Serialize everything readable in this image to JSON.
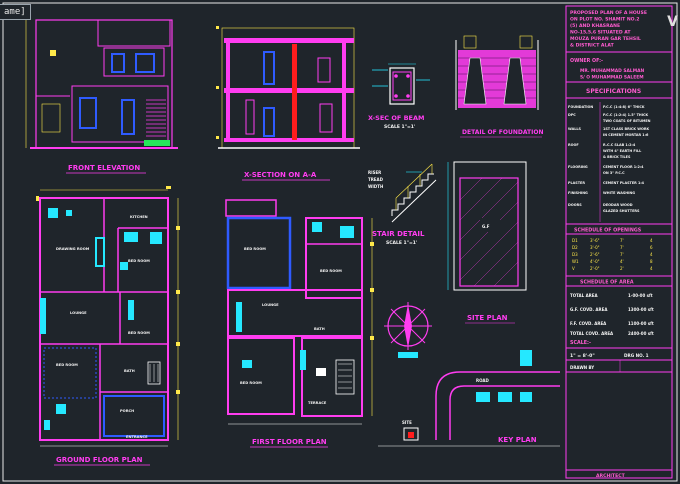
{
  "window": {
    "frame_tab": "ame]",
    "corner_logo": "V"
  },
  "titles": {
    "front_elevation": "FRONT ELEVATION",
    "section_aa": "X-SECTION ON A-A",
    "section_beam": "X-SEC OF BEAM",
    "beam_scale": "SCALE 1\"=1'",
    "foundation": "DETAIL OF FOUNDATION",
    "stair_detail": "STAIR DETAIL",
    "stair_scale": "SCALE 1\"=1'",
    "site_plan": "SITE PLAN",
    "ground_floor": "GROUND FLOOR PLAN",
    "first_floor": "FIRST FLOOR PLAN",
    "key_plan": "KEY PLAN"
  },
  "title_block": {
    "project": [
      "PROPOSED PLAN OF A HOUSE",
      "ON PLOT NO. SHAMIT NO.2",
      "(5) AND KHASRANE",
      "NO-15,5,6 SITUATED AT",
      "MOUZA PURAN GAR TEHSIL",
      "& DISTRICT ALAT"
    ],
    "owner_header": "OWNER OF:-",
    "owner": [
      "MR. MUHAMMAD SALMAN",
      "S/ O MUHAMMAD SALEEM"
    ],
    "spec_header": "SPECIFICATIONS",
    "spec_rows": [
      [
        "FOUNDATION",
        "P.C.C (1:4:8) 6\" THICK"
      ],
      [
        "DPC",
        "P.C.C (1:2:4) 1.5\" THICK"
      ],
      [
        "",
        "TWO COATS OF BITUMEN"
      ],
      [
        "WALLS",
        "1ST CLASS BRICK WORK"
      ],
      [
        "",
        "IN CEMENT MORTAR 1:6"
      ],
      [
        "ROOF",
        "R.C.C SLAB 1:2:4"
      ],
      [
        "",
        "WITH 4\" EARTH FILL"
      ],
      [
        "",
        "& BRICK TILES"
      ],
      [
        "FLOORING",
        "CEMENT FLOOR 1:2:4"
      ],
      [
        "",
        "ON 3\" P.C.C"
      ],
      [
        "PLASTER",
        "CEMENT PLASTER 1:4"
      ],
      [
        "FINISHING",
        "WHITE WASHING"
      ],
      [
        "DOORS",
        "DEODAR WOOD"
      ],
      [
        "",
        "GLAZED SHUTTERS"
      ]
    ],
    "schedule_header": "SCHEDULE OF OPENINGS",
    "schedule_rows": [
      [
        "D1",
        "3'-6\"",
        "7'",
        "4"
      ],
      [
        "D2",
        "3'-0\"",
        "7'",
        "6"
      ],
      [
        "D3",
        "2'-6\"",
        "7'",
        "4"
      ],
      [
        "W1",
        "4'-0\"",
        "4'",
        "8"
      ],
      [
        "V",
        "2'-0\"",
        "2'",
        "4"
      ]
    ],
    "area_header": "SCHEDULE OF AREA",
    "area_rows": [
      [
        "TOTAL AREA",
        "1-00-00 sft"
      ],
      [
        "G.F. COVD. AREA",
        "1300-00 sft"
      ],
      [
        "F.F. COVD. AREA",
        "1100-00 sft"
      ],
      [
        "TOTAL COVD. AREA",
        "2400-00 sft"
      ]
    ],
    "scale_label": "SCALE:-",
    "scale_value": "1\" = 8'-0\"",
    "sheet_label": "DRAWN BY",
    "drawn_no": "DRG NO. 1",
    "signature": "ARCHITECT"
  },
  "rooms_ground": [
    "DRAWING ROOM",
    "BED ROOM",
    "KITCHEN",
    "LOUNGE",
    "BED ROOM",
    "BED ROOM",
    "BATH",
    "PORCH",
    "ENTRANCE"
  ],
  "rooms_first": [
    "BED ROOM",
    "BED ROOM",
    "LOUNGE",
    "BATH",
    "BED ROOM",
    "TERRACE"
  ],
  "stair_notes": [
    "RISER",
    "TREAD",
    "WIDTH"
  ],
  "key_plan_notes": [
    "ROAD",
    "SITE"
  ]
}
